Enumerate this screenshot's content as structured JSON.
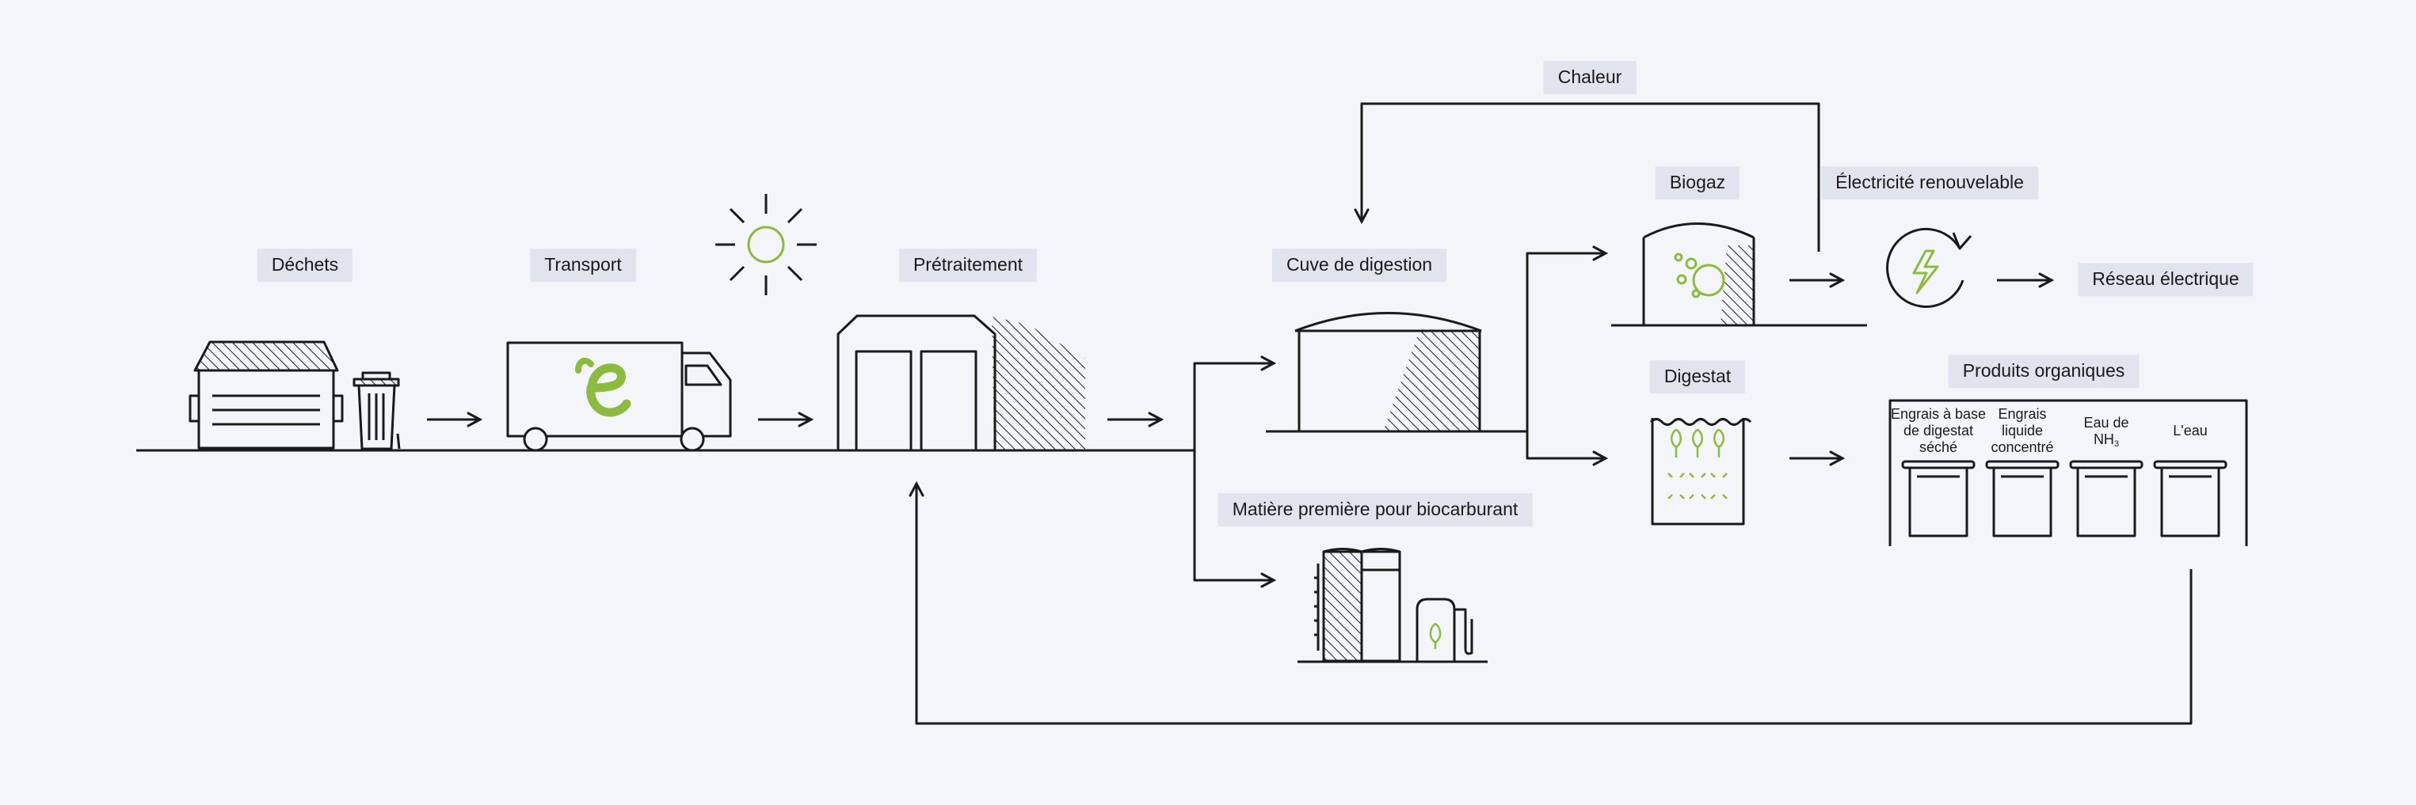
{
  "labels": {
    "waste": "Déchets",
    "transport": "Transport",
    "pretreatment": "Prétraitement",
    "digester": "Cuve de digestion",
    "heat": "Chaleur",
    "biogas": "Biogaz",
    "electricity": "Électricité renouvelable",
    "grid": "Réseau électrique",
    "digestate": "Digestat",
    "organic_products": "Produits organiques",
    "biofuel_feedstock": "Matière première pour biocarburant"
  },
  "products": [
    {
      "line1": "Engrais à base",
      "line2": "de digestat",
      "line3": "séché"
    },
    {
      "line1": "Engrais",
      "line2": "liquide",
      "line3": "concentré"
    },
    {
      "line1": "Eau de",
      "line2": "NH",
      "sub": "3"
    },
    {
      "line1": "L'eau"
    }
  ],
  "colors": {
    "stroke": "#1a1a1a",
    "accent": "#8bbb3f",
    "label_bg": "#e1e4ee",
    "background": "#f4f5f9"
  }
}
